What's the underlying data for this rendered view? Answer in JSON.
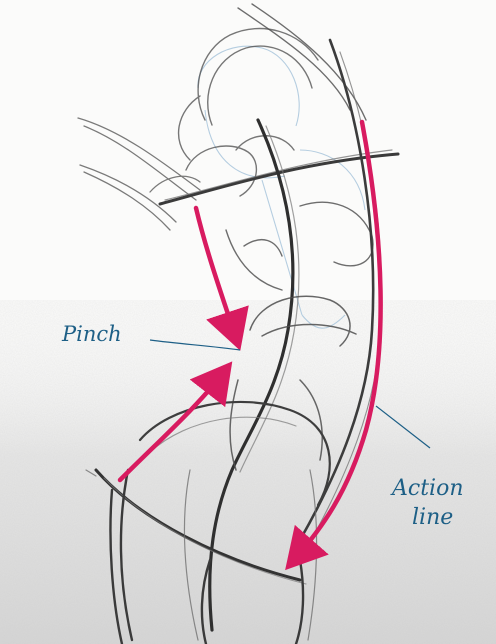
{
  "image": {
    "description_free": true,
    "colors": {
      "paper": "#f7f7f5",
      "paper_shadow": "#dcdcdc",
      "graphite": "#3a3a3a",
      "graphite_light": "#8a8a8a",
      "construction_blue": "#a9c6dc",
      "arrow": "#d81b60",
      "annotation": "#1d5f86"
    }
  },
  "annotations": {
    "pinch": "Pinch",
    "action_line_1": "Action",
    "action_line_2": "line"
  }
}
